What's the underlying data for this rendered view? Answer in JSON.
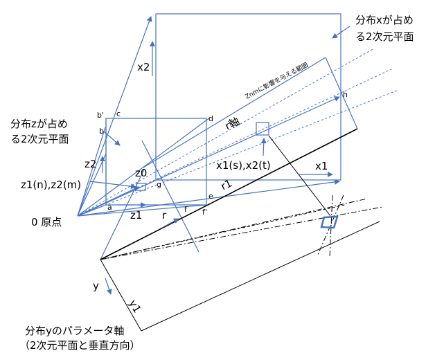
{
  "labels": {
    "x_plane": [
      "分布xが占め",
      "る2次元平面"
    ],
    "z_plane": [
      "分布zが占め",
      "る2次元平面"
    ],
    "y_axis": [
      "分布yのパラメータ軸",
      "（2次元平面と垂直方向）"
    ],
    "origin": "0 原点",
    "x1": "x1",
    "x2": "x2",
    "z1": "z1",
    "z2": "z2",
    "z0": "z0",
    "r": "r",
    "r1": "r1",
    "r_axis": "r軸",
    "y": "y",
    "y1": "y1",
    "z1n_z2m": "z1(n),z2(m)",
    "x1s_x2t": "x1(s),x2(t)",
    "influence_range": "Znmに影響を与える範囲",
    "pt_a": "a",
    "pt_b": "b",
    "pt_bp": "b'",
    "pt_c": "c",
    "pt_d": "d",
    "pt_e": "e",
    "pt_f": "f",
    "pt_fp": "f'",
    "pt_g": "g",
    "pt_h": "h"
  },
  "colors": {
    "blue": "#4472c4",
    "black": "#000000"
  }
}
